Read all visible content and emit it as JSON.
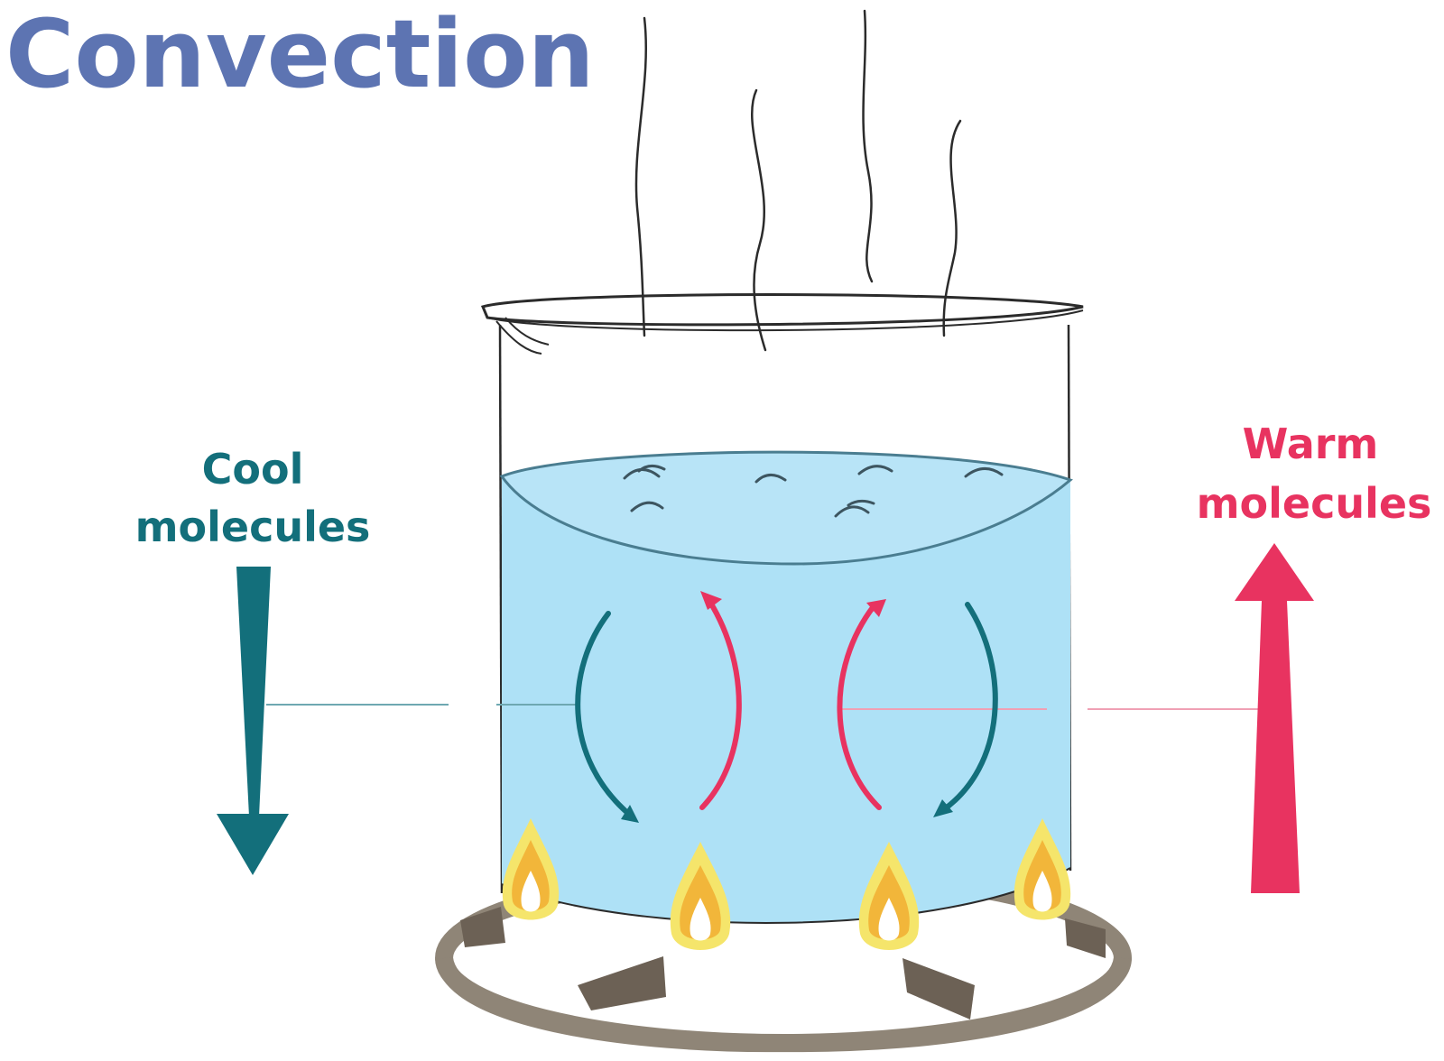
{
  "title": "Convection",
  "labels": {
    "cool_line1": "Cool",
    "cool_line2": "molecules",
    "warm_line1": "Warm",
    "warm_line2": "molecules"
  },
  "colors": {
    "title": "#5d74b2",
    "cool": "#136f7b",
    "warm": "#e83360",
    "water": "#aee1f6",
    "water_stroke": "#4a7d90",
    "outline": "#2b2b2b",
    "burner_ring": "#8f8577",
    "burner_support": "#6c6155",
    "flame_outer": "#f5e56b",
    "flame_mid": "#f2b63a"
  },
  "icons": {
    "cool_arrow": "down-arrow-icon",
    "warm_arrow": "up-arrow-icon",
    "flame": "flame-icon",
    "steam": "steam-icon"
  }
}
